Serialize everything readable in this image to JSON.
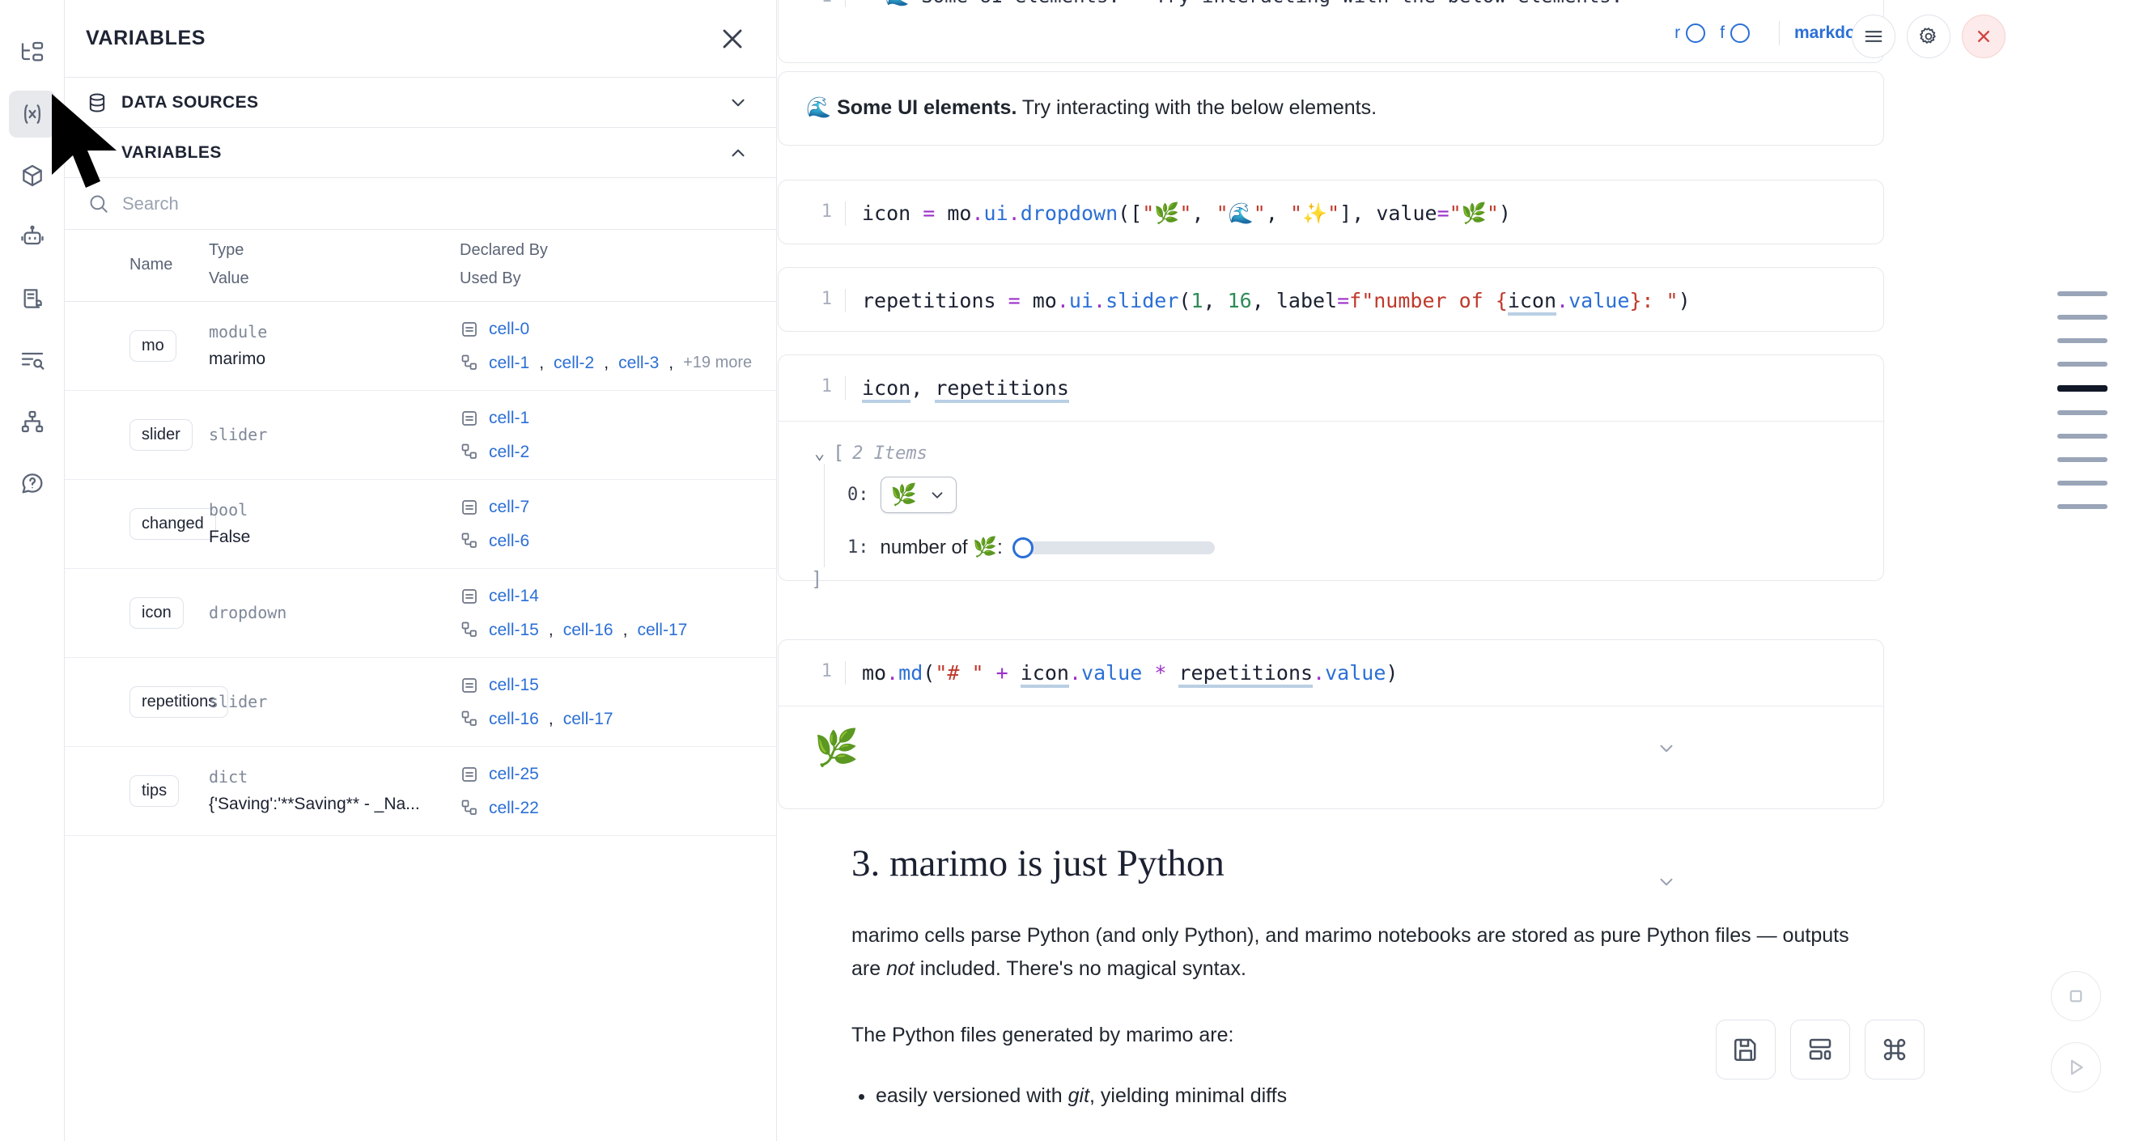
{
  "rail": {
    "items": [
      {
        "name": "file-tree-icon",
        "title": "Explorer"
      },
      {
        "name": "variables-icon",
        "title": "Variables",
        "active": true
      },
      {
        "name": "packages-icon",
        "title": "Packages"
      },
      {
        "name": "ai-assistant-icon",
        "title": "Chat"
      },
      {
        "name": "scratchpad-icon",
        "title": "Scratchpad"
      },
      {
        "name": "logs-icon",
        "title": "Logs"
      },
      {
        "name": "dependency-graph-icon",
        "title": "Dependency graph"
      },
      {
        "name": "help-icon",
        "title": "Help"
      }
    ]
  },
  "panel": {
    "title": "VARIABLES",
    "close_label": "×",
    "sections": [
      {
        "label": "DATA SOURCES",
        "expanded": false
      },
      {
        "label": "VARIABLES",
        "expanded": true
      }
    ],
    "search": {
      "placeholder": "Search",
      "value": ""
    },
    "table": {
      "headers": {
        "name": "Name",
        "type": "Type",
        "value": "Value",
        "declared_by": "Declared By",
        "used_by": "Used By"
      },
      "rows": [
        {
          "name": "mo",
          "type": "module",
          "value": "marimo",
          "declared_by": [
            "cell-0"
          ],
          "used_by": [
            "cell-1",
            "cell-2",
            "cell-3"
          ],
          "used_by_more": "+19 more"
        },
        {
          "name": "slider",
          "type": "slider",
          "value": "",
          "declared_by": [
            "cell-1"
          ],
          "used_by": [
            "cell-2"
          ],
          "used_by_more": ""
        },
        {
          "name": "changed",
          "type": "bool",
          "value": "False",
          "declared_by": [
            "cell-7"
          ],
          "used_by": [
            "cell-6"
          ],
          "used_by_more": ""
        },
        {
          "name": "icon",
          "type": "dropdown",
          "value": "",
          "declared_by": [
            "cell-14"
          ],
          "used_by": [
            "cell-15",
            "cell-16",
            "cell-17"
          ],
          "used_by_more": ""
        },
        {
          "name": "repetitions",
          "type": "slider",
          "value": "",
          "declared_by": [
            "cell-15"
          ],
          "used_by": [
            "cell-16",
            "cell-17"
          ],
          "used_by_more": ""
        },
        {
          "name": "tips",
          "type": "dict",
          "value": "{'Saving':'**Saving** - _Na...",
          "declared_by": [
            "cell-25"
          ],
          "used_by": [
            "cell-22"
          ],
          "used_by_more": ""
        }
      ]
    }
  },
  "notebook": {
    "top_cell": {
      "gutter": "1",
      "code": "\"\"🌊 Some UI elements.\"\" Try interacting with the below elements."
    },
    "cell_toolbar": {
      "r_label": "r",
      "f_label": "f",
      "language": "markdown",
      "menu_icon": "hamburger-icon",
      "settings_icon": "gear-icon",
      "close_icon": "close-icon"
    },
    "markdown_output": {
      "emoji": "🌊",
      "bold": "Some UI elements.",
      "rest": " Try interacting with the below elements."
    },
    "cells": [
      {
        "id": "cell-dropdown",
        "gutter": "1",
        "code_plain": "icon = mo.ui.dropdown([\"🌿\", \"🌊\", \"✨\"], value=\"🌿\")"
      },
      {
        "id": "cell-slider",
        "gutter": "1",
        "code_plain": "repetitions = mo.ui.slider(1, 16, label=f\"number of {icon.value}: \")"
      },
      {
        "id": "cell-display",
        "gutter": "1",
        "code_plain": "icon, repetitions",
        "output": {
          "header_bracket": "[",
          "header_count": "2 Items",
          "closing_bracket": "]",
          "items": [
            {
              "index": "0:",
              "kind": "dropdown",
              "value": "🌿"
            },
            {
              "index": "1:",
              "kind": "slider",
              "label": "number of 🌿:",
              "value": 1,
              "min": 1,
              "max": 16
            }
          ]
        }
      },
      {
        "id": "cell-md",
        "gutter": "1",
        "code_plain": "mo.md(\"# \" + icon.value * repetitions.value)",
        "output_emoji": "🌿"
      }
    ],
    "section": {
      "heading": "3. marimo is just Python",
      "paragraphs": [
        {
          "before": "marimo cells parse Python (and only Python), and marimo notebooks are stored as pure Python files — outputs are ",
          "italic": "not",
          "after": " included. There's no magical syntax."
        }
      ],
      "lead_in": "The Python files generated by marimo are:",
      "bullets": [
        {
          "before": "easily versioned with ",
          "italic": "git",
          "after": ", yielding minimal diffs"
        }
      ]
    },
    "minimap": {
      "cells": [
        {
          "active": false
        },
        {
          "active": false
        },
        {
          "active": false
        },
        {
          "active": false
        },
        {
          "active": true
        },
        {
          "active": false
        },
        {
          "active": false
        },
        {
          "active": false
        },
        {
          "active": false
        },
        {
          "active": false
        }
      ]
    },
    "float_toolbar": [
      {
        "name": "save-button",
        "icon": "save-icon"
      },
      {
        "name": "layout-button",
        "icon": "layout-icon"
      },
      {
        "name": "command-palette-button",
        "icon": "command-icon"
      }
    ],
    "float_right": [
      {
        "name": "interrupt-button",
        "icon": "stop-icon"
      },
      {
        "name": "run-all-button",
        "icon": "play-icon"
      }
    ]
  },
  "colors": {
    "accent": "#2b6fd6",
    "danger": "#d14343",
    "text": "#1b2131",
    "muted": "#7f8898",
    "border": "#e6e8ec"
  }
}
